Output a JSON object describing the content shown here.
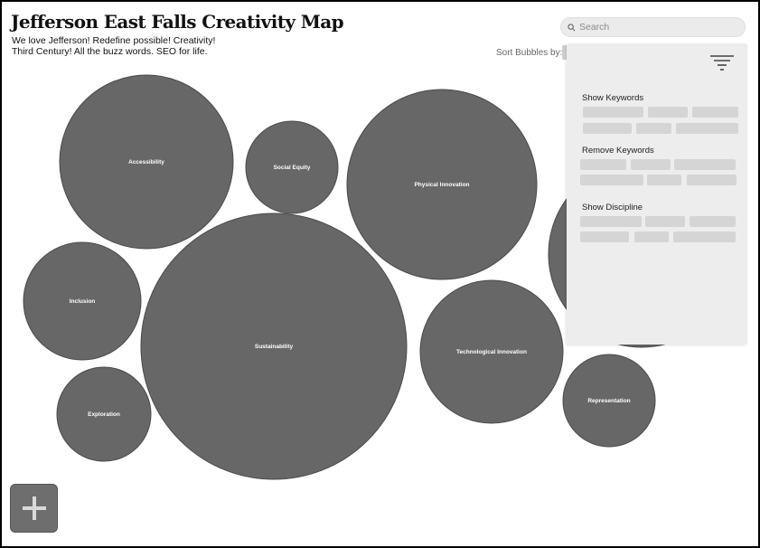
{
  "header": {
    "title": "Jefferson East Falls Creativity Map",
    "tagline_line1": "We love Jefferson! Redefine possible! Creativity!",
    "tagline_line2": "Third Century! All the buzz words. SEO for life."
  },
  "search": {
    "placeholder": "Search",
    "value": "",
    "icon": "search-icon"
  },
  "sort": {
    "label": "Sort Bubbles by:"
  },
  "bubbles": [
    {
      "id": "accessibility",
      "label": "Accessibility"
    },
    {
      "id": "social-equity",
      "label": "Social Equity"
    },
    {
      "id": "physical-innovation",
      "label": "Physical Innovation"
    },
    {
      "id": "unlabeled-partial",
      "label": ""
    },
    {
      "id": "inclusion",
      "label": "Inclusion"
    },
    {
      "id": "sustainability",
      "label": "Sustainability"
    },
    {
      "id": "technological-innovation",
      "label": "Technological Innovation"
    },
    {
      "id": "exploration",
      "label": "Exploration"
    },
    {
      "id": "representation",
      "label": "Representation"
    }
  ],
  "filter_panel": {
    "icon": "filter-icon",
    "sections": [
      {
        "title": "Show Keywords"
      },
      {
        "title": "Remove Keywords"
      },
      {
        "title": "Show Discipline"
      }
    ]
  },
  "add_button": {
    "icon": "plus-icon"
  },
  "colors": {
    "bubble": "#676767",
    "bubble_stroke": "#4a4a4a",
    "panel": "#ededed",
    "chip": "#d5d5d5",
    "add_button": "#6e6e6e"
  }
}
